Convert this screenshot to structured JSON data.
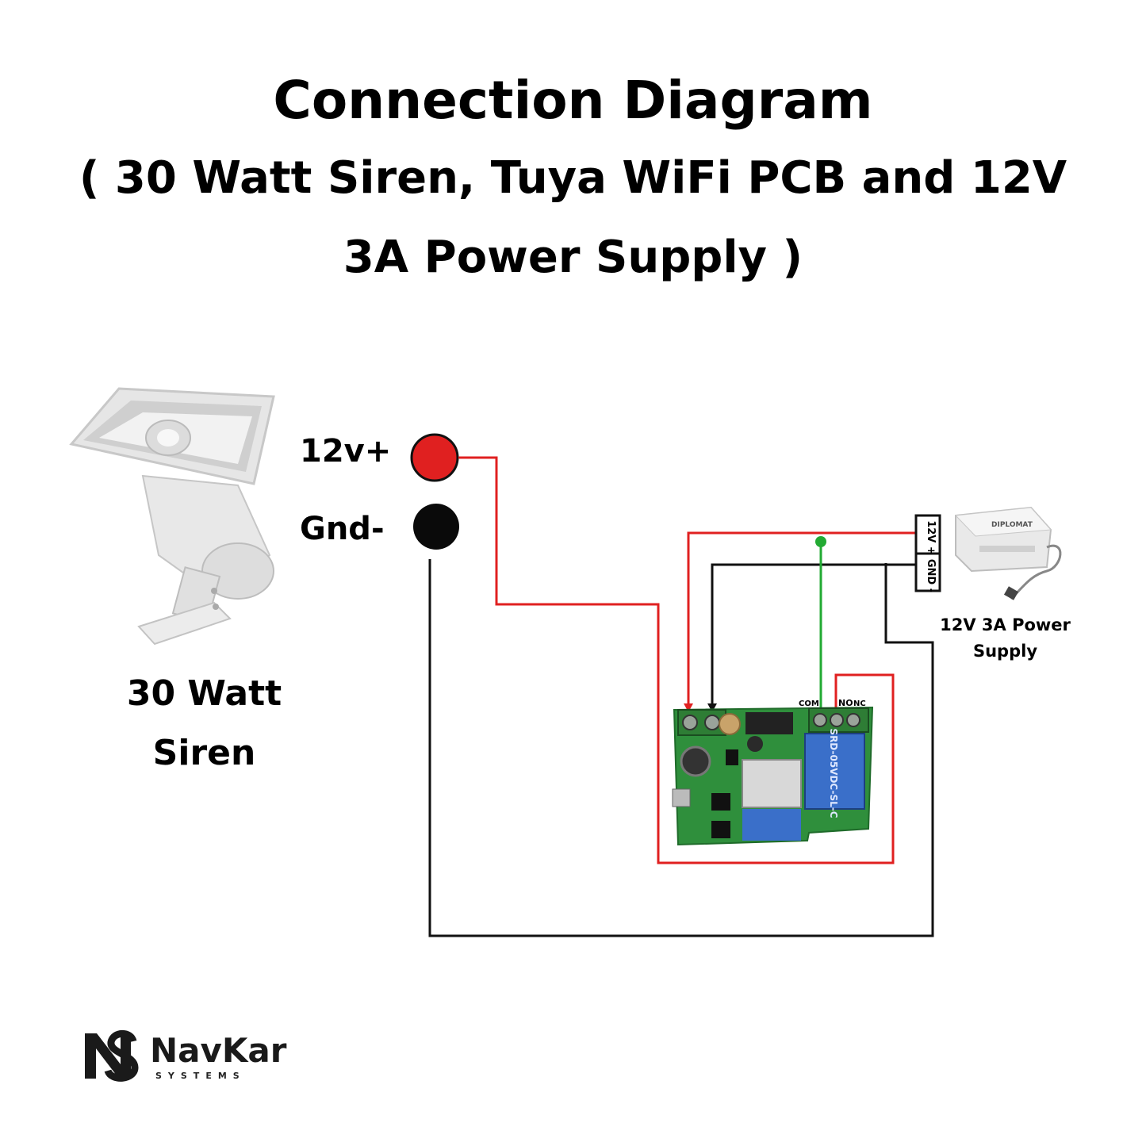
{
  "title": {
    "line1": "Connection Diagram",
    "line2": "( 30 Watt Siren, Tuya WiFi PCB and 12V",
    "line3": "3A Power Supply )"
  },
  "siren": {
    "caption_line1": "30 Watt",
    "caption_line2": "Siren",
    "terminals": {
      "positive": "12v+",
      "ground": "Gnd-"
    }
  },
  "power_supply": {
    "caption_line1": "12V 3A Power",
    "caption_line2": "Supply",
    "terminal_positive": "12V +",
    "terminal_ground": "GND -",
    "brand": "DIPLOMAT"
  },
  "relay_board": {
    "terminals": {
      "com": "COM",
      "no": "NO",
      "nc": "NC"
    }
  },
  "logo": {
    "mark": "NS",
    "name": "NavKar",
    "sub": "SYSTEMS"
  },
  "colors": {
    "positive_wire": "#e02020",
    "ground_wire": "#111111",
    "com_wire": "#22aa33",
    "pcb": "#2f8f3c"
  }
}
